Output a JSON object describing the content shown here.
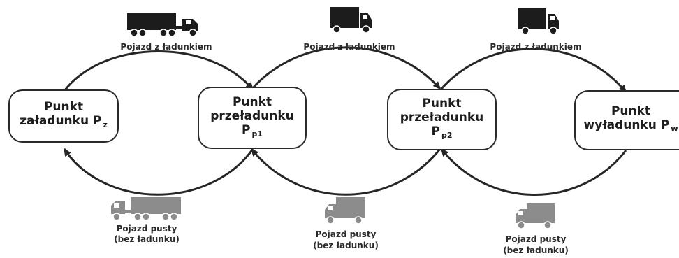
{
  "nodes": [
    {
      "line1": "Punkt",
      "line2": "załadunku P",
      "sub": "z"
    },
    {
      "line1": "Punkt",
      "line2": "przeładunku",
      "line3": "P",
      "sub": "p1"
    },
    {
      "line1": "Punkt",
      "line2": "przeładunku",
      "line3": "P",
      "sub": "p2"
    },
    {
      "line1": "Punkt",
      "line2": "wyładunku P",
      "sub": "w"
    }
  ],
  "labels": {
    "loaded": "Pojazd z ładunkiem",
    "empty_line1": "Pojazd pusty",
    "empty_line2": "(bez ładunku)"
  },
  "colors": {
    "loaded_truck": "#1c1c1c",
    "empty_truck": "#8c8c8c",
    "arrow": "#262626"
  },
  "icons": {
    "loaded_trucks": [
      "truck-with-trailer-icon",
      "truck-icon",
      "truck-icon"
    ],
    "empty_trucks": [
      "truck-with-trailer-icon",
      "truck-icon",
      "truck-icon"
    ]
  }
}
